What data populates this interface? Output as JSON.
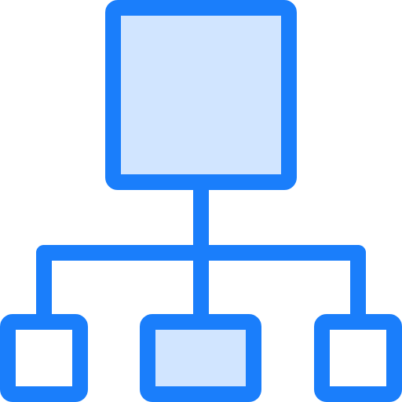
{
  "icon": {
    "name": "hierarchy-sitemap-icon",
    "stroke_color": "#1A7EFB",
    "fill_color": "#D1E5FF",
    "background": "#FFFFFF"
  },
  "nodes": [
    {
      "id": "root-node",
      "filled": true
    },
    {
      "id": "child-node-left",
      "filled": false
    },
    {
      "id": "child-node-center",
      "filled": true
    },
    {
      "id": "child-node-right",
      "filled": false
    }
  ]
}
